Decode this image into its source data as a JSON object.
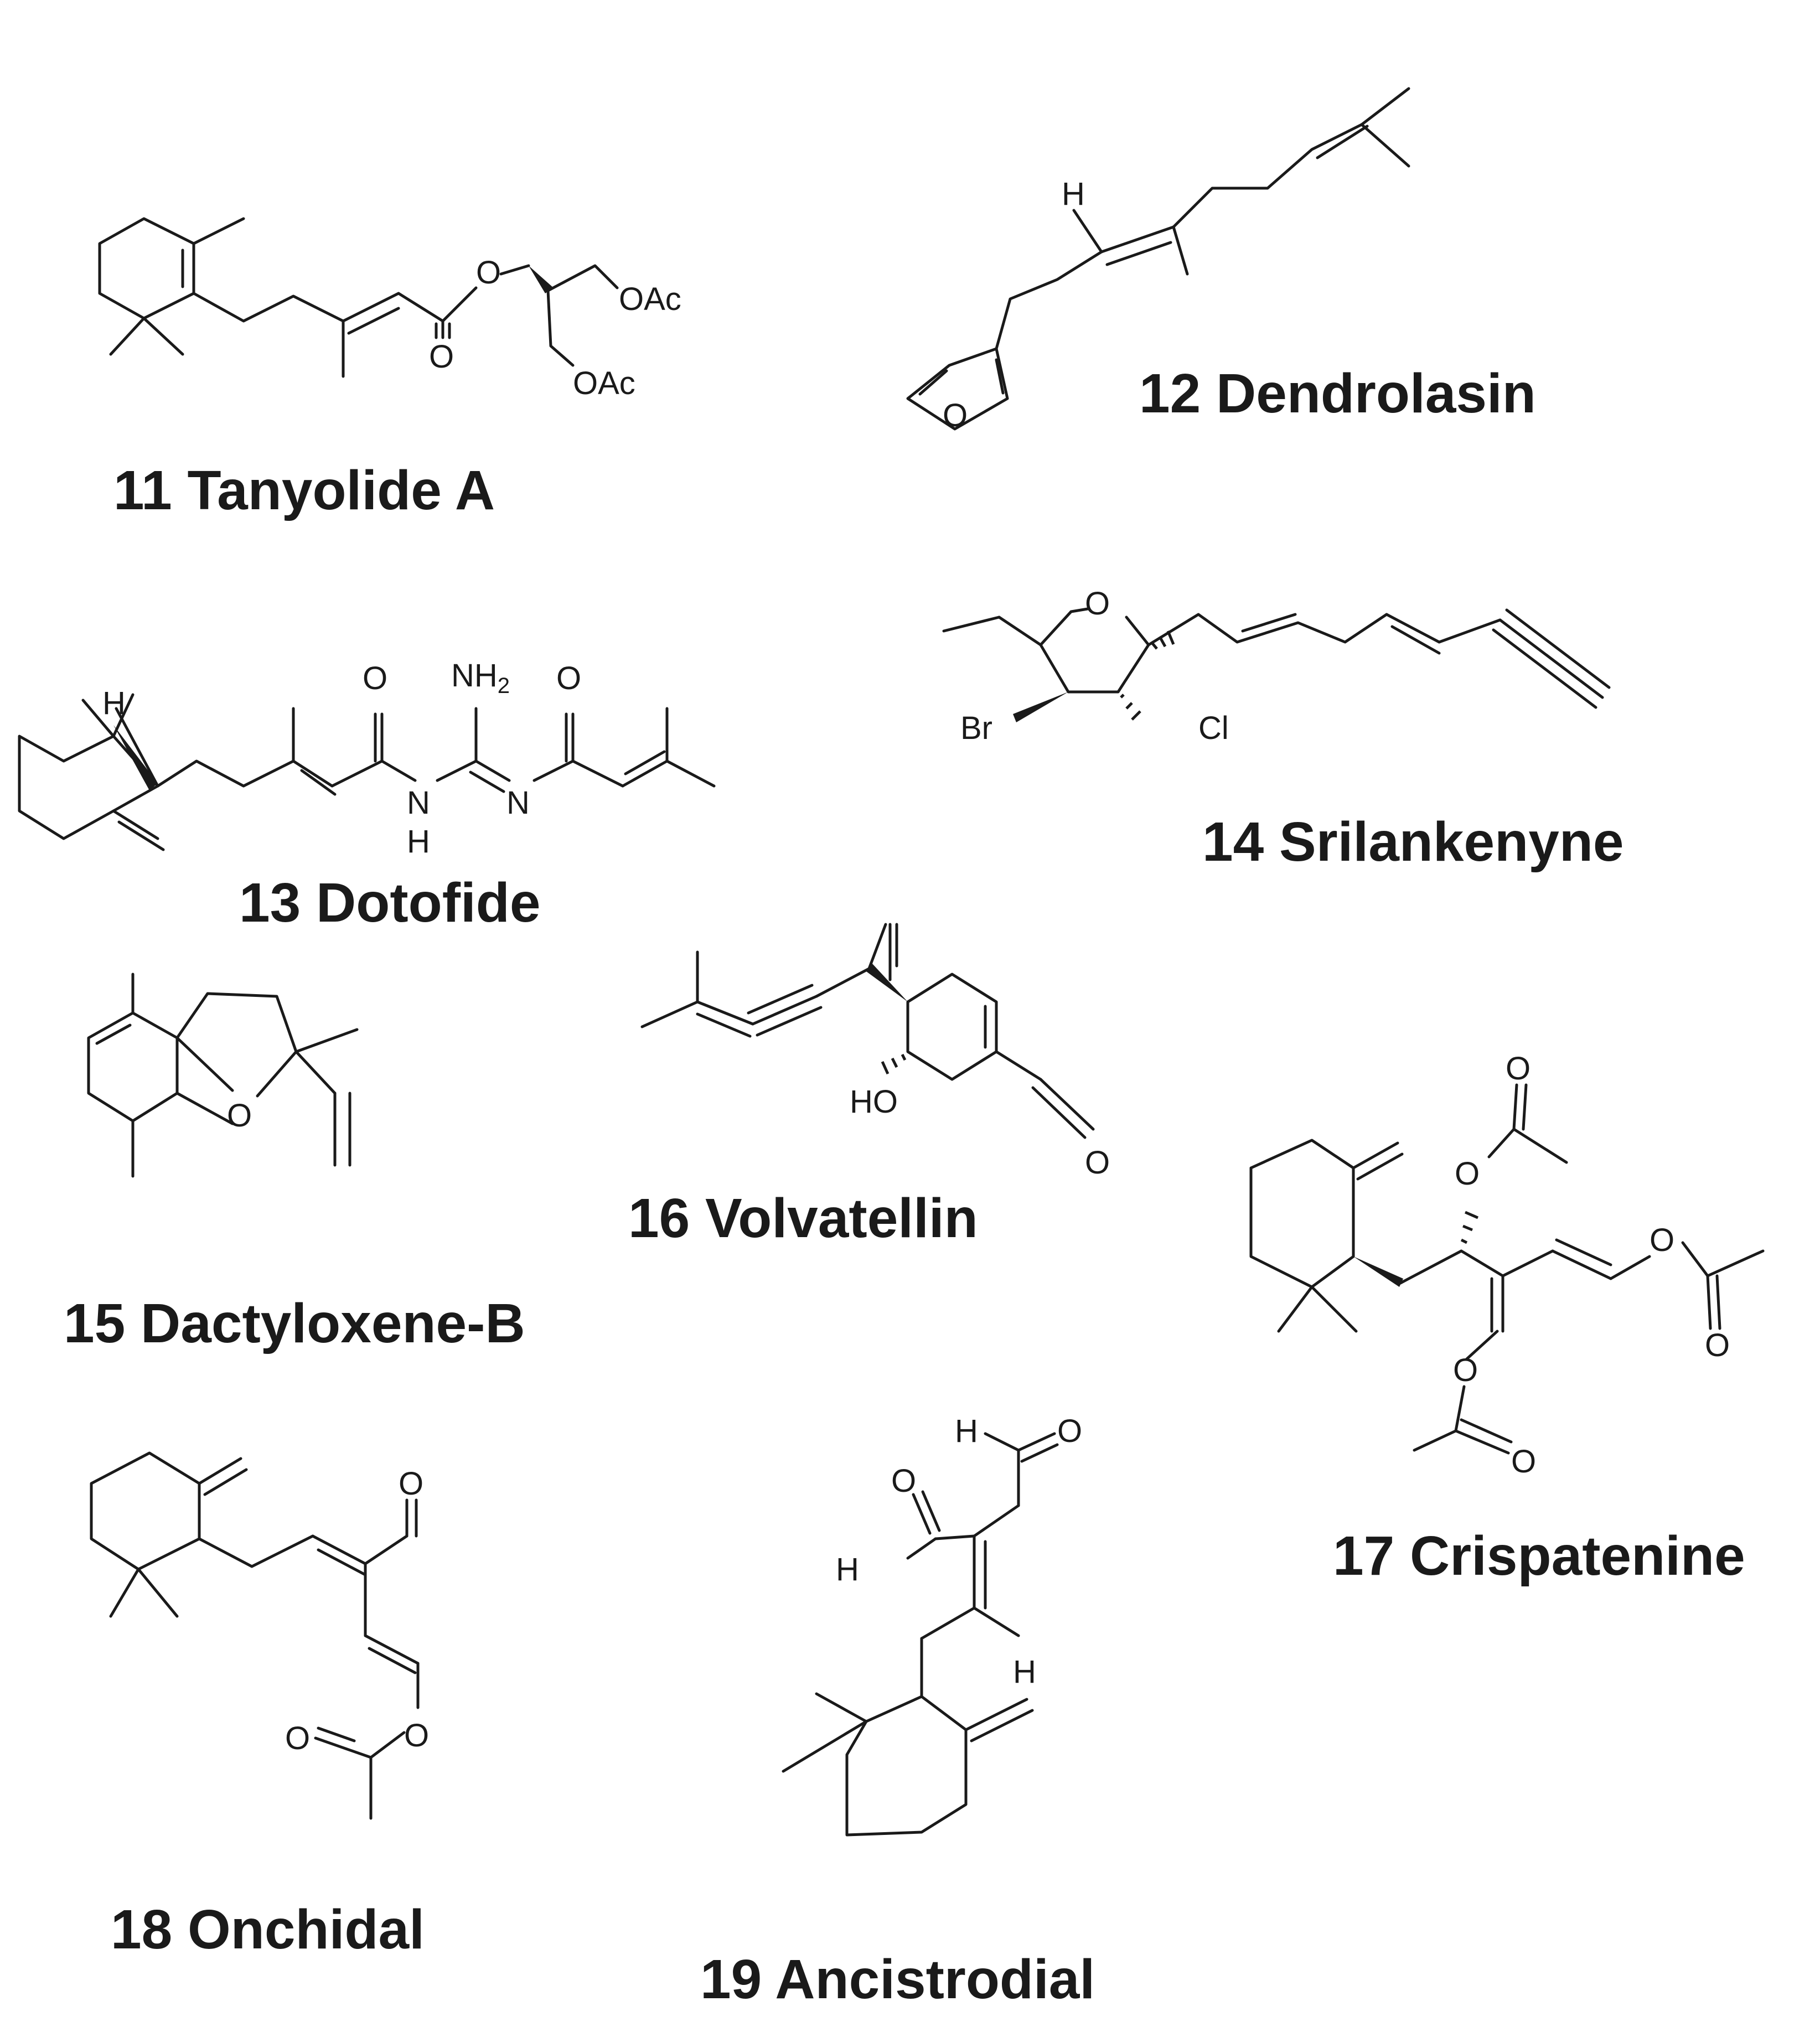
{
  "compounds": [
    {
      "id": "11",
      "name": "11 Tanyolide A"
    },
    {
      "id": "12",
      "name": "12 Dendrolasin"
    },
    {
      "id": "13",
      "name": "13 Dotofide"
    },
    {
      "id": "14",
      "name": "14 Srilankenyne"
    },
    {
      "id": "15",
      "name": "15 Dactyloxene-B"
    },
    {
      "id": "16",
      "name": "16 Volvatellin"
    },
    {
      "id": "17",
      "name": "17 Crispatenine"
    },
    {
      "id": "18",
      "name": "18 Onchidal"
    },
    {
      "id": "19",
      "name": "19  Ancistrodial"
    }
  ],
  "atoms": {
    "O": "O",
    "OAc": "OAc",
    "H": "H",
    "N": "N",
    "NH": "NH",
    "sub2": "2",
    "Br": "Br",
    "Cl": "Cl",
    "HO": "HO"
  }
}
